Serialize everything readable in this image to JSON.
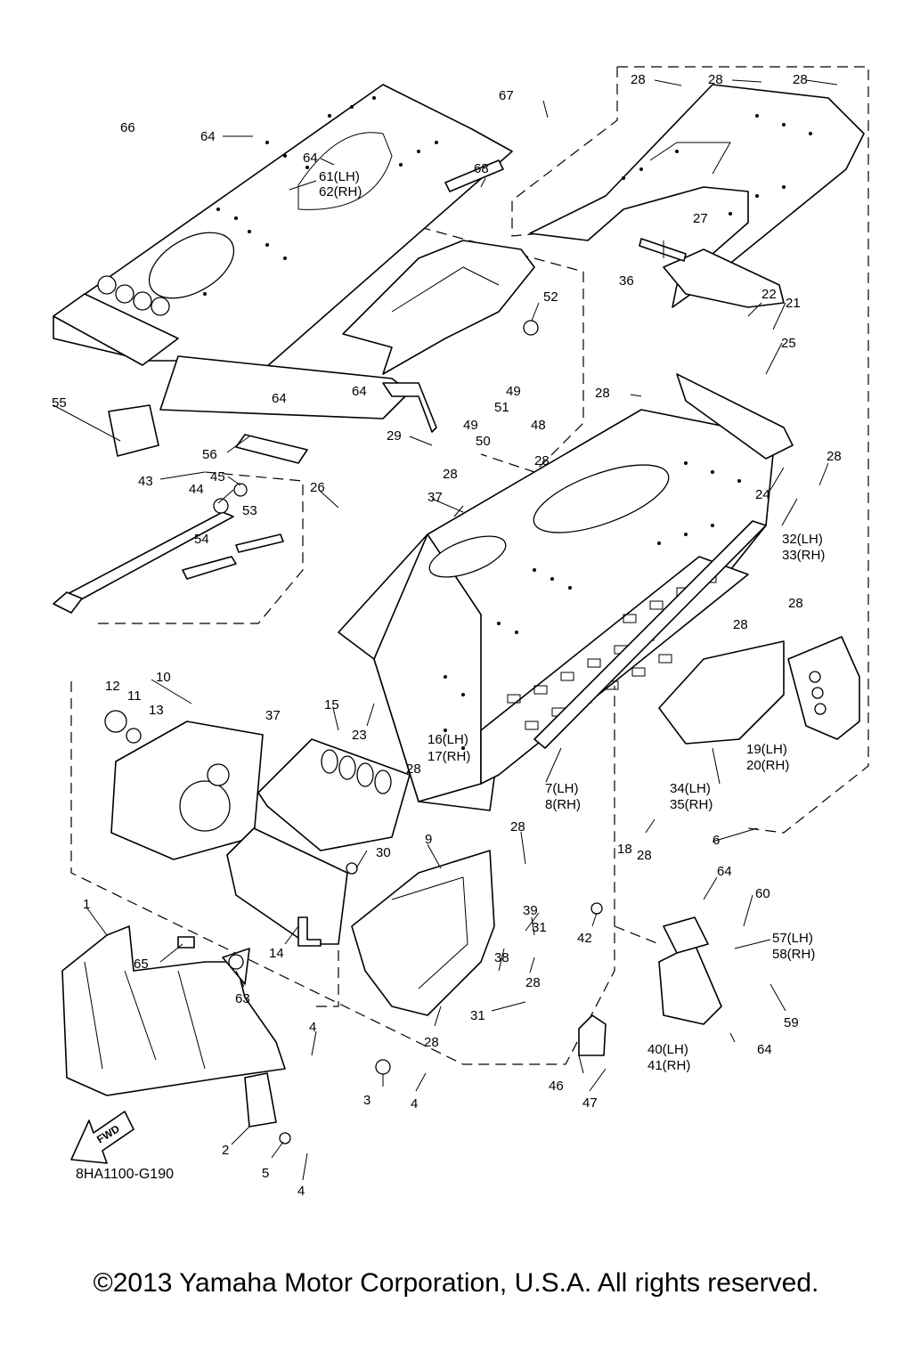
{
  "diagram_code": "8HA1100-G190",
  "copyright": "©2013 Yamaha Motor Corporation, U.S.A. All rights reserved.",
  "fwd_label": "FWD",
  "callouts": [
    "28",
    "28",
    "28",
    "67",
    "66",
    "64",
    "64",
    "61(LH)",
    "62(RH)",
    "68",
    "27",
    "36",
    "52",
    "22",
    "21",
    "25",
    "55",
    "64",
    "64",
    "49",
    "51",
    "48",
    "49",
    "50",
    "28",
    "29",
    "56",
    "43",
    "45",
    "44",
    "28",
    "28",
    "26",
    "37",
    "53",
    "54",
    "24",
    "28",
    "32(LH)",
    "33(RH)",
    "28",
    "28",
    "10",
    "12",
    "11",
    "13",
    "15",
    "23",
    "16(LH)",
    "17(RH)",
    "28",
    "37",
    "19(LH)",
    "20(RH)",
    "7(LH)",
    "8(RH)",
    "34(LH)",
    "35(RH)",
    "28",
    "9",
    "30",
    "18",
    "28",
    "6",
    "64",
    "60",
    "1",
    "39",
    "31",
    "42",
    "57(LH)",
    "58(RH)",
    "65",
    "14",
    "63",
    "38",
    "28",
    "59",
    "31",
    "28",
    "4",
    "40(LH)",
    "41(RH)",
    "64",
    "3",
    "4",
    "46",
    "47",
    "2",
    "5",
    "4"
  ]
}
